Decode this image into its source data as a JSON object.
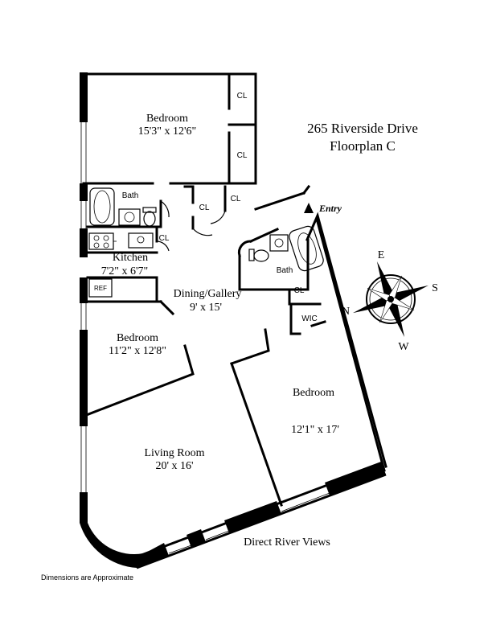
{
  "title": {
    "line1": "265 Riverside Drive",
    "line2": "Floorplan C"
  },
  "rooms": {
    "bedroom_top": {
      "name": "Bedroom",
      "dims": "15'3\" x 12'6\""
    },
    "bedroom_left": {
      "name": "Bedroom",
      "dims": "11'2\" x 12'8\""
    },
    "bedroom_right": {
      "name": "Bedroom",
      "dims": "12'1\" x 17'"
    },
    "kitchen": {
      "name": "Kitchen",
      "dims": "7'2\" x 6'7\""
    },
    "dining": {
      "name": "Dining/Gallery",
      "dims": "9' x 15'"
    },
    "living": {
      "name": "Living Room",
      "dims": "20' x 16'"
    }
  },
  "small_labels": {
    "closet": "CL",
    "bath": "Bath",
    "refrigerator": "REF",
    "walk_in_closet": "WIC",
    "entry": "Entry"
  },
  "compass": {
    "e": "E",
    "s": "S",
    "w": "W",
    "n": "N"
  },
  "views_label": "Direct River Views",
  "footnote": "Dimensions are Approximate"
}
